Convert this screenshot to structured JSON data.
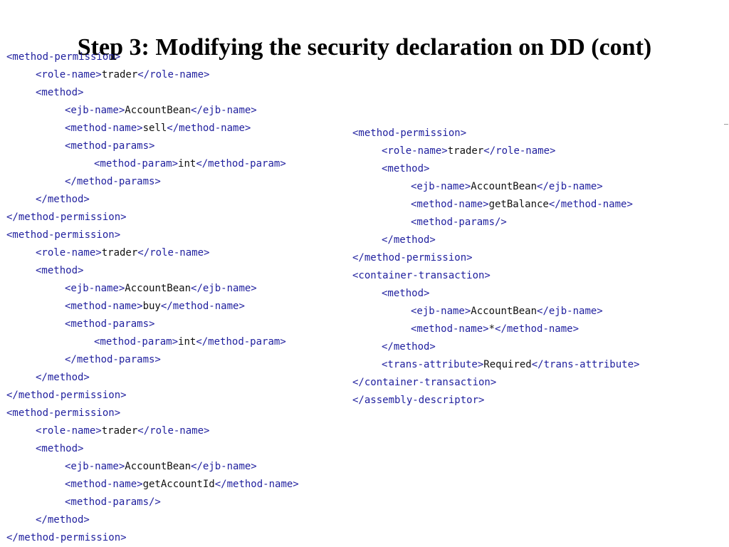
{
  "slide": {
    "title_bold": "Step 3:",
    "title_rest": " Modifying the security declaration on DD (cont)"
  },
  "code": {
    "left": [
      [
        0,
        "<method-permission>",
        "",
        ""
      ],
      [
        1,
        "<role-name>",
        "trader",
        "</role-name>"
      ],
      [
        1,
        "<method>",
        "",
        ""
      ],
      [
        2,
        "<ejb-name>",
        "AccountBean",
        "</ejb-name>"
      ],
      [
        2,
        "<method-name>",
        "sell",
        "</method-name>"
      ],
      [
        2,
        "<method-params>",
        "",
        ""
      ],
      [
        3,
        "<method-param>",
        "int",
        "</method-param>"
      ],
      [
        2,
        "</method-params>",
        "",
        ""
      ],
      [
        1,
        "</method>",
        "",
        ""
      ],
      [
        0,
        "</method-permission>",
        "",
        ""
      ],
      [
        0,
        "<method-permission>",
        "",
        ""
      ],
      [
        1,
        "<role-name>",
        "trader",
        "</role-name>"
      ],
      [
        1,
        "<method>",
        "",
        ""
      ],
      [
        2,
        "<ejb-name>",
        "AccountBean",
        "</ejb-name>"
      ],
      [
        2,
        "<method-name>",
        "buy",
        "</method-name>"
      ],
      [
        2,
        "<method-params>",
        "",
        ""
      ],
      [
        3,
        "<method-param>",
        "int",
        "</method-param>"
      ],
      [
        2,
        "</method-params>",
        "",
        ""
      ],
      [
        1,
        "</method>",
        "",
        ""
      ],
      [
        0,
        "</method-permission>",
        "",
        ""
      ],
      [
        0,
        "<method-permission>",
        "",
        ""
      ],
      [
        1,
        "<role-name>",
        "trader",
        "</role-name>"
      ],
      [
        1,
        "<method>",
        "",
        ""
      ],
      [
        2,
        "<ejb-name>",
        "AccountBean",
        "</ejb-name>"
      ],
      [
        2,
        "<method-name>",
        "getAccountId",
        "</method-name>"
      ],
      [
        2,
        "<method-params/>",
        "",
        ""
      ],
      [
        1,
        "</method>",
        "",
        ""
      ],
      [
        0,
        "</method-permission>",
        "",
        ""
      ]
    ],
    "right": [
      [
        0,
        "<method-permission>",
        "",
        ""
      ],
      [
        1,
        "<role-name>",
        "trader",
        "</role-name>"
      ],
      [
        1,
        "<method>",
        "",
        ""
      ],
      [
        2,
        "<ejb-name>",
        "AccountBean",
        "</ejb-name>"
      ],
      [
        2,
        "<method-name>",
        "getBalance",
        "</method-name>"
      ],
      [
        2,
        "<method-params/>",
        "",
        ""
      ],
      [
        1,
        "</method>",
        "",
        ""
      ],
      [
        0,
        "</method-permission>",
        "",
        ""
      ],
      [
        0,
        "<container-transaction>",
        "",
        ""
      ],
      [
        1,
        "<method>",
        "",
        ""
      ],
      [
        2,
        "<ejb-name>",
        "AccountBean",
        "</ejb-name>"
      ],
      [
        2,
        "<method-name>",
        "*",
        "</method-name>"
      ],
      [
        1,
        "</method>",
        "",
        ""
      ],
      [
        1,
        "<trans-attribute>",
        "Required",
        "</trans-attribute>"
      ],
      [
        0,
        "</container-transaction>",
        "",
        ""
      ],
      [
        0,
        "</assembly-descriptor>",
        "",
        ""
      ]
    ]
  }
}
